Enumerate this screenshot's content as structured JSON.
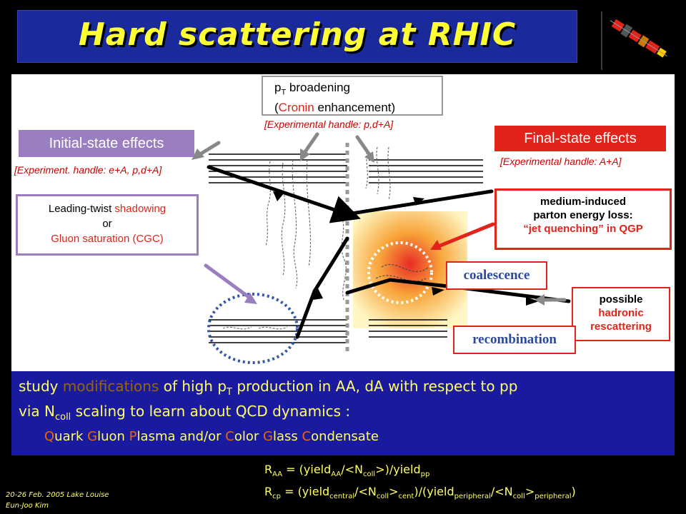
{
  "title": "Hard scattering at RHIC",
  "figure": {
    "initial_state_label": "Initial-state effects",
    "initial_handle": "[Experiment. handle: e+A, p,d+A]",
    "final_state_label": "Final-state effects",
    "final_handle": "[Experimental handle: A+A]",
    "pt_broadening_line1": "p",
    "pt_broadening_sub": "T",
    "pt_broadening_line1_rest": " broadening",
    "pt_broadening_line2_open": "(",
    "pt_broadening_cronin": "Cronin",
    "pt_broadening_line2_rest": " enhancement)",
    "pt_handle": "[Experimental handle: p,d+A]",
    "shadowing_line1_a": "Leading-twist ",
    "shadowing_line1_b": "shadowing",
    "shadowing_line2": "or",
    "shadowing_line3": "Gluon saturation (CGC)",
    "eloss_line1": "medium-induced",
    "eloss_line2": "parton energy loss:",
    "eloss_line3": "“jet quenching” in QGP",
    "rescattering_line1": "possible",
    "rescattering_line2": "hadronic",
    "rescattering_line3": "rescattering",
    "coalescence": "coalescence",
    "recombination": "recombination"
  },
  "study": {
    "w_study": "study ",
    "w_modifications": "modifications",
    "w_rest1": " of high p",
    "w_sub1": "T",
    "w_rest2": " production in AA, dA with respect to pp",
    "w_via": "via N",
    "w_sub_coll": "coll",
    "w_rest3": " scaling to learn about QCD dynamics :",
    "qgp_Q": "Q",
    "qgp_uark": "uark ",
    "qgp_G": "G",
    "qgp_luon": "luon ",
    "qgp_P": "P",
    "qgp_lasma": "lasma  and/or ",
    "qgp_C1": "C",
    "qgp_olor": "olor ",
    "qgp_G2": "G",
    "qgp_lass": "lass ",
    "qgp_C2": "C",
    "qgp_ondensate": "ondensate"
  },
  "formula": {
    "raa_R": "R",
    "raa_sub": "AA",
    "raa_eq": " = (yield",
    "raa_sub2": "AA",
    "raa_mid": "/<N",
    "raa_sub3": "coll",
    "raa_end": ">)/yield",
    "raa_sub4": "pp",
    "rcp_R": "R",
    "rcp_sub": "cp",
    "rcp_eq": " = (yield",
    "rcp_sub2": "central",
    "rcp_mid": "/<N",
    "rcp_sub3": "coll",
    "rcp_gt": ">",
    "rcp_sub4": "cent",
    "rcp_mid2": ")/(yield",
    "rcp_sub5": "peripheral",
    "rcp_mid3": "/<N",
    "rcp_sub6": "coll",
    "rcp_gt2": ">",
    "rcp_sub7": "peripheral",
    "rcp_end": ")"
  },
  "footer": {
    "line1": "20-26 Feb. 2005 Lake Louise",
    "line2": "Eun-Joo Kim"
  },
  "colors": {
    "title_bg": "#1a2a9a",
    "title_text": "#ffff33",
    "study_bg": "#1a1a9e",
    "initial_purple": "#9a7ec0",
    "final_red": "#e2231a"
  }
}
